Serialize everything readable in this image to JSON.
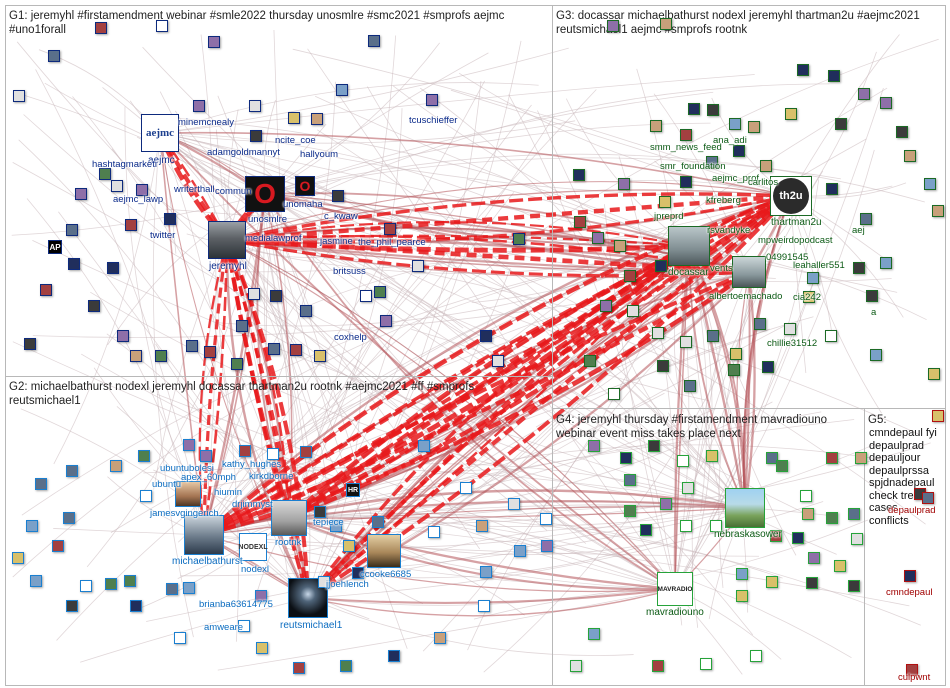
{
  "groups": [
    {
      "id": "G1",
      "title": "G1: jeremyhl #firstamendment webinar #smle2022 thursday unosmlre #smc2021 #smprofs aejmc #uno1forall"
    },
    {
      "id": "G2",
      "title": "G2: michaelbathurst nodexl jeremyhl docassar thartman2u rootnk #aejmc2021 #ff #smprofs reutsmichael1"
    },
    {
      "id": "G3",
      "title": "G3: docassar michaelbathurst nodexl jeremyhl thartman2u #aejmc2021 reutsmichael1 aejmc #smprofs rootnk"
    },
    {
      "id": "G4",
      "title": "G4: jeremyhl thursday #firstamendment mavradiouno webinar event miss takes place next"
    },
    {
      "id": "G5",
      "title": "G5:",
      "words": [
        "cmndepaul fyi",
        "depaulprad",
        "depauljour",
        "depaulprssa",
        "spjdnadepaul",
        "check trends",
        "cases",
        "conflicts"
      ]
    }
  ],
  "labels": {
    "g1": [
      "aejmc",
      "hashtagmarketi",
      "minemcnealy",
      "ncite_coe",
      "adamgoldmannyt",
      "hallyoum",
      "tcuschieffer",
      "aejmc_lawp",
      "writerthall",
      "commun",
      "unosmlre",
      "unomaha",
      "c_kwaw",
      "twitter",
      "medialawprof",
      "jasmine",
      "the_phil_pearce",
      "jeremyhl",
      "britsuss",
      "coxhelp"
    ],
    "g2": [
      "ubuntubolesi",
      "ubuntu",
      "apex_60mph",
      "kathy_hughes",
      "kirkdborne",
      "hiumin",
      "drjimmyst",
      "jamesvgingerich",
      "michaelbathurst",
      "nodexl",
      "rootnk",
      "tepiece",
      "jjoehlench",
      "ccooke6685",
      "brianba63614775",
      "amweare",
      "reutsmichael1"
    ],
    "g3": [
      "ana_adi",
      "smm_news_feed",
      "smr_foundation",
      "aejmc_prof",
      "carlitos",
      "jpreprd",
      "kfreberg",
      "thartman2u",
      "aej",
      "rsvandyke",
      "mpweirdopodcast",
      "04991545",
      "docassar",
      "vents",
      "leahaller551",
      "albertoemachado",
      "cia242",
      "a",
      "chillie31512"
    ],
    "g4": [
      "nebraskasower",
      "mavradiouno"
    ],
    "g5": [
      "depaulprad",
      "cmndepaul",
      "culpwnt"
    ]
  },
  "logos": {
    "aejmc": "aejmc",
    "uno": "O",
    "thartman": "th2u",
    "nodexl": "NODEXL",
    "mavradio": "MAVRADIO",
    "ap": "AP",
    "hr": "HR"
  },
  "colors": {
    "edge_strong": "#e8191b",
    "edge_mid": "#b5535a",
    "edge_light": "#c9b7b9",
    "g1_node_border": "#0d2a7d",
    "g2_node_border": "#1a7fd0",
    "g3_node_border": "#1b6a25",
    "g4_node_border": "#26a33a",
    "g5_node_border": "#b01010"
  }
}
